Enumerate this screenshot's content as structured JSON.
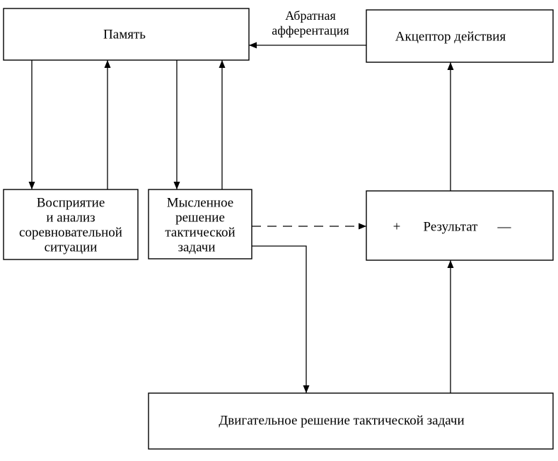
{
  "diagram": {
    "memory": {
      "label": "Память"
    },
    "acceptor": {
      "label": "Акцептор действия"
    },
    "feedback": {
      "line1": "Абратная",
      "line2": "афферентация"
    },
    "perception": {
      "lines": [
        "Восприятие",
        "и анализ",
        "соревновательной",
        "ситуации"
      ]
    },
    "mental": {
      "lines": [
        "Мысленное",
        "решение",
        "тактической",
        "задачи"
      ]
    },
    "result": {
      "plus": "+",
      "label": "Результат",
      "minus": "—"
    },
    "motor": {
      "label": "Двигательное решение тактической задачи"
    }
  },
  "colors": {
    "stroke": "#000000",
    "background": "#ffffff",
    "text": "#000000"
  }
}
